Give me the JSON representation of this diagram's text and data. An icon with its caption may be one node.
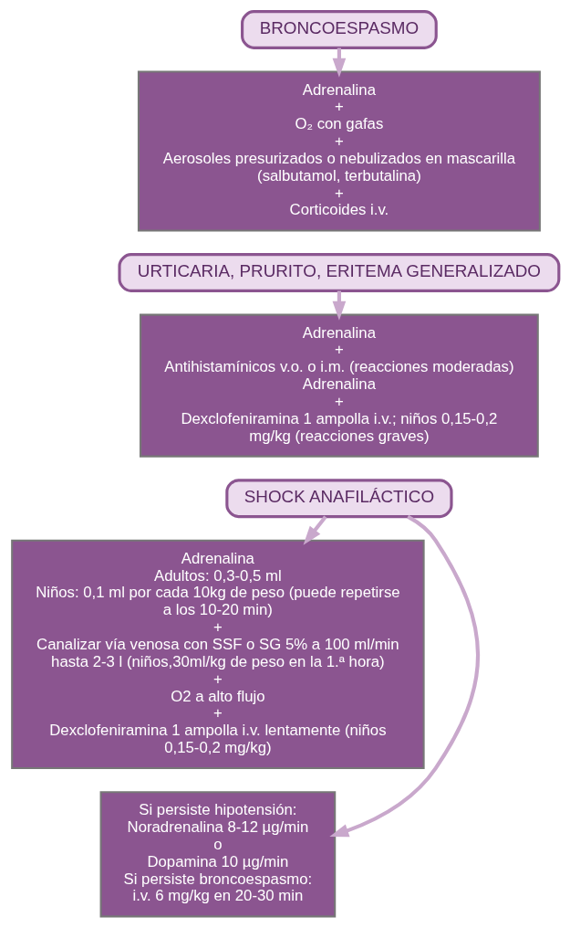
{
  "diagram": {
    "nodes": [
      {
        "text": [
          "BRONCOESPASMO"
        ]
      },
      {
        "text": [
          "Adrenalina",
          "+",
          "O₂ con gafas",
          "+",
          "Aerosoles presurizados o nebulizados en mascarilla (salbutamol, terbutalina)",
          "+",
          "Corticoides i.v."
        ]
      },
      {
        "text": [
          "URTICARIA, PRURITO, ERITEMA GENERALIZADO"
        ]
      },
      {
        "text": [
          "Adrenalina",
          "+",
          "Antihistamínicos v.o. o i.m. (reacciones moderadas)",
          "Adrenalina",
          "+",
          "Dexclofeniramina 1 ampolla i.v.; niños 0,15-0,2 mg/kg (reacciones graves)"
        ]
      },
      {
        "text": [
          "SHOCK ANAFILÁCTICO"
        ]
      },
      {
        "text": [
          "Adrenalina",
          "Adultos: 0,3-0,5 ml",
          "Niños: 0,1 ml por cada 10kg de peso (puede repetirse a los 10-20 min)",
          "+",
          "Canalizar vía venosa con SSF o SG 5% a 100 ml/min hasta 2-3 l (niños,30ml/kg de peso en la 1.ª hora)",
          "+",
          "O2 a alto flujo",
          "+",
          "Dexclofeniramina 1 ampolla i.v. lentamente (niños 0,15-0,2 mg/kg)"
        ]
      },
      {
        "text": [
          "Si persiste hipotensión:",
          "Noradrenalina 8-12 µg/min",
          "o",
          "Dopamina 10 µg/min",
          "Si persiste broncoespasmo:",
          "i.v. 6 mg/kg en 20-30 min"
        ]
      }
    ],
    "edges": [
      {
        "from": 0,
        "to": 1,
        "arrow": "to"
      },
      {
        "from": 2,
        "to": 3,
        "arrow": "to"
      },
      {
        "from": 4,
        "to": 5,
        "arrow": "to"
      },
      {
        "from": 4,
        "to": 6,
        "arrow": "to"
      }
    ]
  }
}
